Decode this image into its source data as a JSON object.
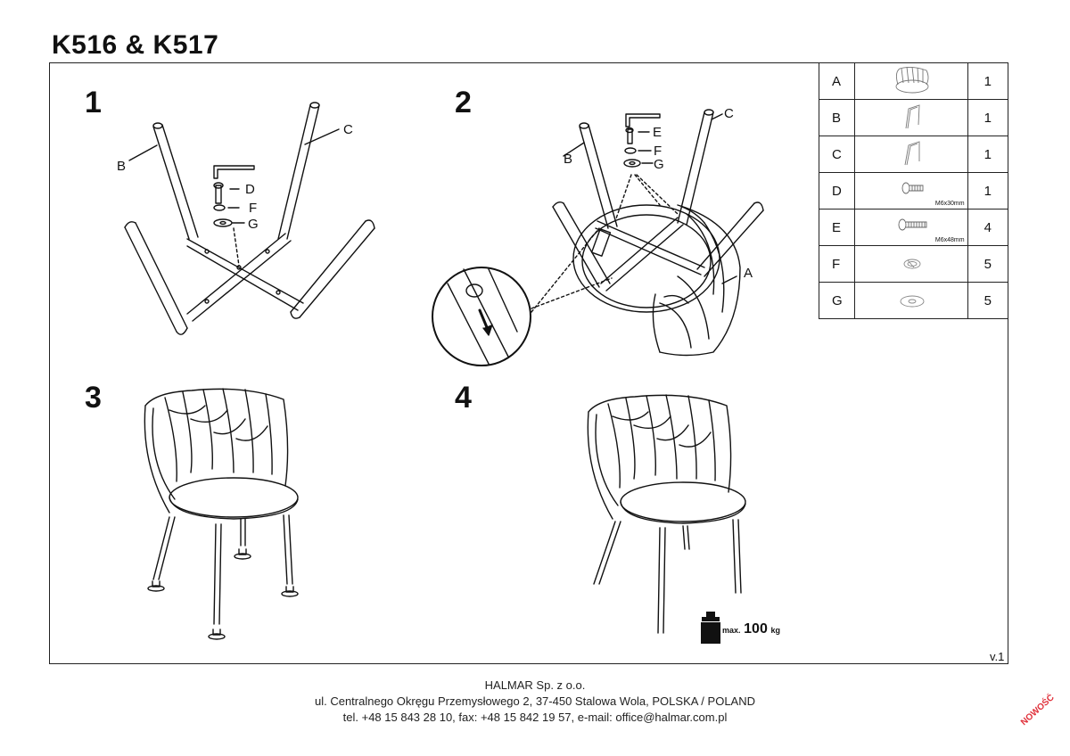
{
  "header": {
    "title": "K516 & K517"
  },
  "steps": [
    {
      "number": "1",
      "labels": {
        "b": "B",
        "c": "C",
        "d": "D",
        "f": "F",
        "g": "G"
      }
    },
    {
      "number": "2",
      "labels": {
        "b": "B",
        "c": "C",
        "e": "E",
        "f": "F",
        "g": "G",
        "a": "A"
      }
    },
    {
      "number": "3"
    },
    {
      "number": "4",
      "max_load": {
        "prefix": "max.",
        "value": "100",
        "unit": "kg"
      }
    }
  ],
  "parts": [
    {
      "letter": "A",
      "icon": "chair-seat-icon",
      "spec": "",
      "qty": "1"
    },
    {
      "letter": "B",
      "icon": "leg-b-icon",
      "spec": "",
      "qty": "1"
    },
    {
      "letter": "C",
      "icon": "leg-c-icon",
      "spec": "",
      "qty": "1"
    },
    {
      "letter": "D",
      "icon": "bolt-icon",
      "spec": "M6x30mm",
      "qty": "1"
    },
    {
      "letter": "E",
      "icon": "bolt-icon",
      "spec": "M6x48mm",
      "qty": "4"
    },
    {
      "letter": "F",
      "icon": "spring-washer-icon",
      "spec": "",
      "qty": "5"
    },
    {
      "letter": "G",
      "icon": "flat-washer-icon",
      "spec": "",
      "qty": "5"
    }
  ],
  "version": "v.1",
  "footer": {
    "company": "HALMAR Sp. z o.o.",
    "address": "ul. Centralnego Okręgu Przemysłowego 2, 37-450 Stalowa Wola, POLSKA / POLAND",
    "contact": "tel. +48 15 843 28 10, fax: +48 15 842 19 57, e-mail: office@halmar.com.pl"
  },
  "badge": "NOWOŚĆ",
  "colors": {
    "ink": "#111111",
    "badge": "#e0303a"
  }
}
